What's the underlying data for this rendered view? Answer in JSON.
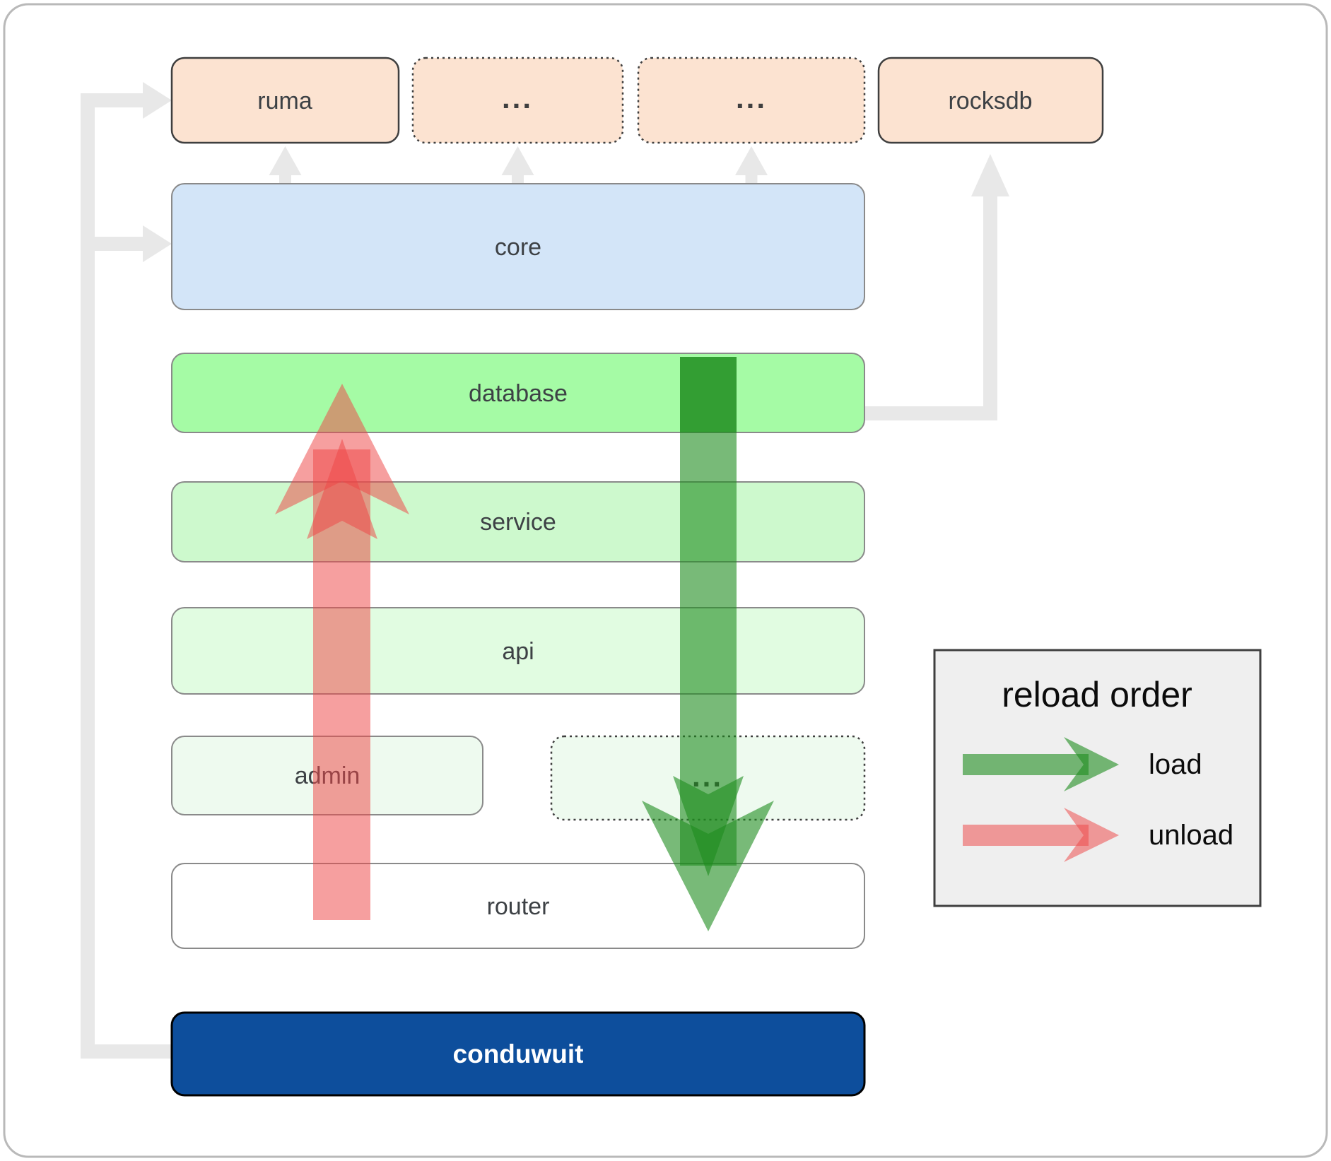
{
  "nodes": {
    "ruma": {
      "label": "ruma"
    },
    "mid1": {
      "label": "..."
    },
    "mid2": {
      "label": "..."
    },
    "rocksdb": {
      "label": "rocksdb"
    },
    "core": {
      "label": "core"
    },
    "database": {
      "label": "database"
    },
    "service": {
      "label": "service"
    },
    "api": {
      "label": "api"
    },
    "admin": {
      "label": "admin"
    },
    "admin_more": {
      "label": "..."
    },
    "router": {
      "label": "router"
    },
    "conduwuit": {
      "label": "conduwuit"
    }
  },
  "legend": {
    "title": "reload order",
    "load_label": "load",
    "unload_label": "unload"
  },
  "colors": {
    "node_peach": "#fce3d1",
    "node_blue": "#d3e5f8",
    "node_green_bright": "#a5fba5",
    "node_green_light": "#cdf9cd",
    "node_green_lighter": "#e1fce1",
    "node_green_faint": "#eefaef",
    "node_white": "#ffffff",
    "node_navy": "#0d4e9c",
    "border_dark": "#3f3f3f",
    "border_gray": "#8a8a8a",
    "border_black": "#000000",
    "connector": "#e8e8e8",
    "text_dark": "#3d4145",
    "text_white": "#ffffff",
    "load_arrow": "rgba(30,140,30,0.6)",
    "unload_arrow": "rgba(238,70,70,0.52)",
    "legend_bg": "#efefef",
    "legend_border": "#3f3f3f",
    "page_border": "#b9b9b9"
  }
}
